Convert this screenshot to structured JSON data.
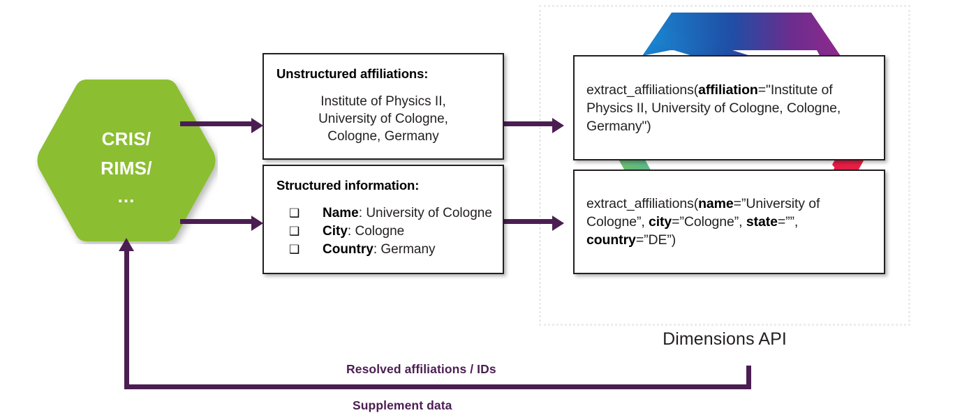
{
  "diagram": {
    "source_node": {
      "label_lines": [
        "CRIS/",
        "RIMS/"
      ],
      "ellipsis": "...",
      "color": "#8CBE32"
    },
    "boxes": {
      "unstructured": {
        "title": "Unstructured affiliations:",
        "lines": [
          "Institute of Physics II,",
          "University of Cologne,",
          "Cologne, Germany"
        ]
      },
      "structured": {
        "title": "Structured information:",
        "bullet_glyph": "❑",
        "items": [
          {
            "key": "Name",
            "separator": ": ",
            "value": "University of Cologne"
          },
          {
            "key": "City",
            "separator": ": ",
            "value": "Cologne"
          },
          {
            "key": "Country",
            "separator": ": ",
            "value": "Germany"
          }
        ]
      },
      "call_unstructured": {
        "prefix": "extract_affiliations(",
        "param": "affiliation",
        "rest": "=\"Institute of Physics II, University of Cologne, Cologne, Germany\")"
      },
      "call_structured": {
        "prefix": "extract_affiliations(",
        "segments": [
          {
            "param": "name",
            "value": "=”University of Cologne”, "
          },
          {
            "param": "city",
            "value": "=”Cologne”, "
          },
          {
            "param": "state",
            "value": "=””, "
          },
          {
            "param": "country",
            "value": "=”DE”)"
          }
        ]
      }
    },
    "api_region": {
      "label": "Dimensions API",
      "logo_name": "dimensions-hexagon-logo"
    },
    "flow_labels": {
      "resolved": "Resolved affiliations / IDs",
      "supplement": "Supplement data"
    },
    "colors": {
      "accent_purple": "#4b1e52",
      "node_green": "#8CBE32",
      "text_dark": "#231f20",
      "dotted_border": "#ececec"
    }
  }
}
